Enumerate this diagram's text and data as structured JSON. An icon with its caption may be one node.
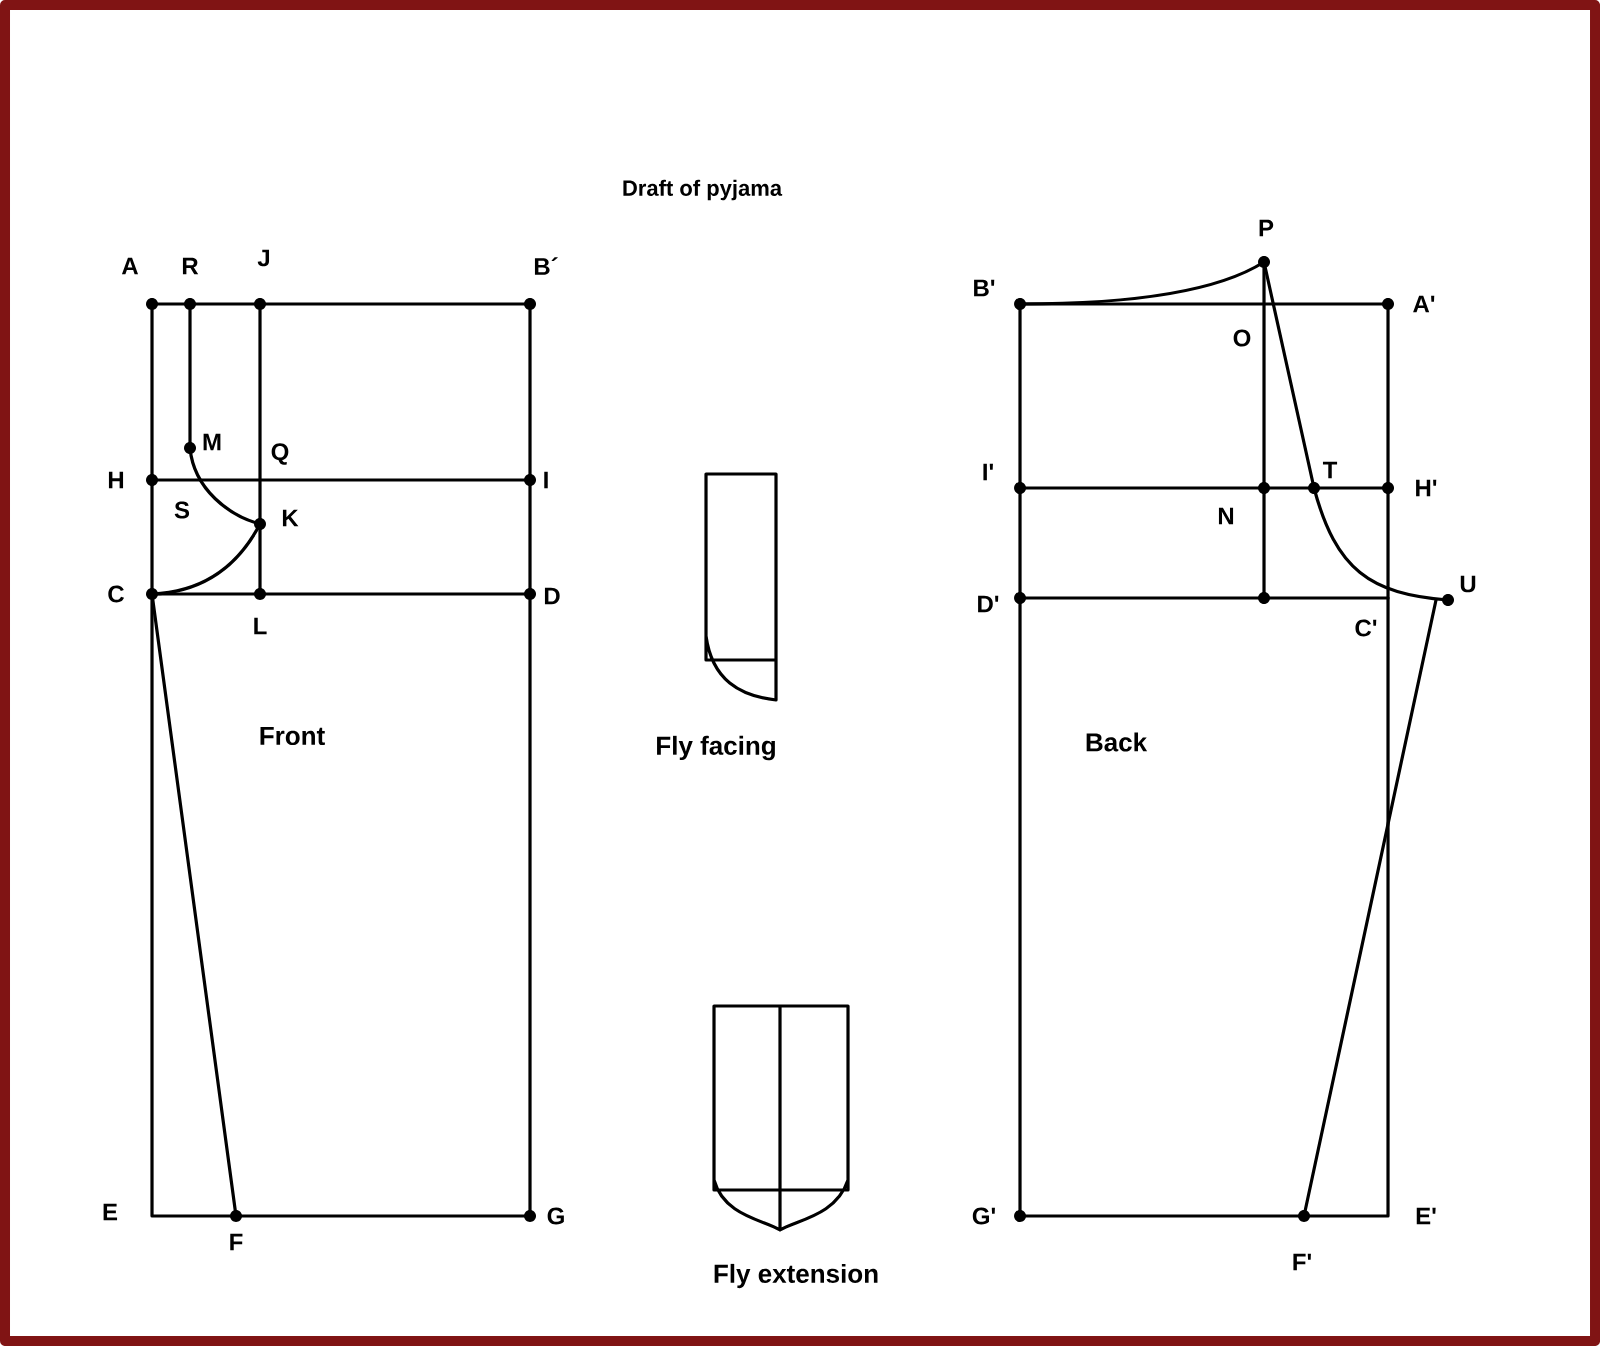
{
  "diagram": {
    "title": "Draft of pyjama",
    "labels": [
      "P",
      "A",
      "R",
      "J",
      "B´",
      "B'",
      "A'",
      "O",
      "M",
      "Q",
      "H",
      "I",
      "I'",
      "T",
      "H'",
      "S",
      "K",
      "N",
      "C",
      "D",
      "D'",
      "U",
      "L",
      "C'",
      "Front",
      "Back",
      "Fly facing",
      "E",
      "G",
      "G'",
      "E'",
      "F",
      "F'",
      "Fly  extension"
    ]
  }
}
